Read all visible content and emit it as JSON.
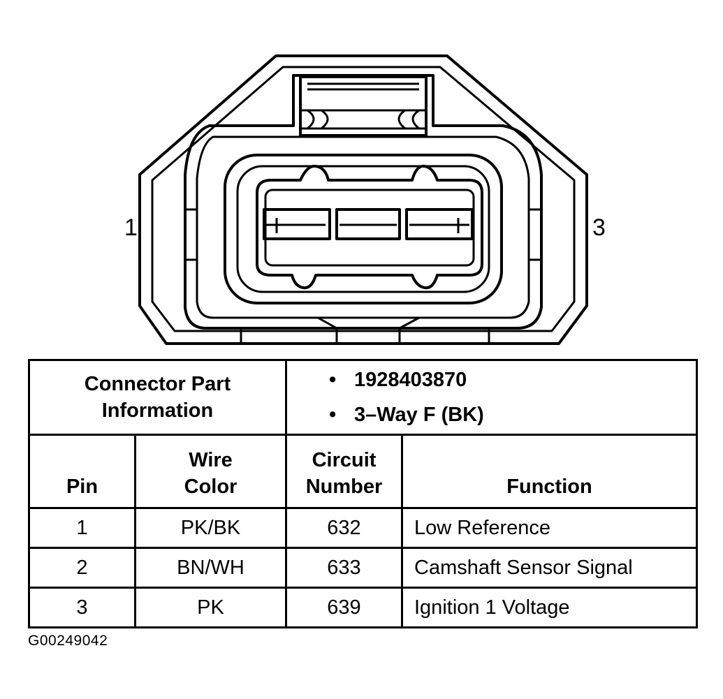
{
  "connector": {
    "pin_labels": [
      "1",
      "3"
    ]
  },
  "table": {
    "part_info_label": "Connector Part Information",
    "part_info_lines": [
      "1928403870",
      "3–Way F (BK)"
    ],
    "headers": {
      "pin": "Pin",
      "wire_color_line1": "Wire",
      "wire_color_line2": "Color",
      "circuit_line1": "Circuit",
      "circuit_line2": "Number",
      "function": "Function"
    },
    "rows": [
      {
        "pin": "1",
        "wire_color": "PK/BK",
        "circuit": "632",
        "function": "Low Reference"
      },
      {
        "pin": "2",
        "wire_color": "BN/WH",
        "circuit": "633",
        "function": "Camshaft Sensor Signal"
      },
      {
        "pin": "3",
        "wire_color": "PK",
        "circuit": "639",
        "function": "Ignition 1 Voltage"
      }
    ]
  },
  "figure_id": "G00249042"
}
